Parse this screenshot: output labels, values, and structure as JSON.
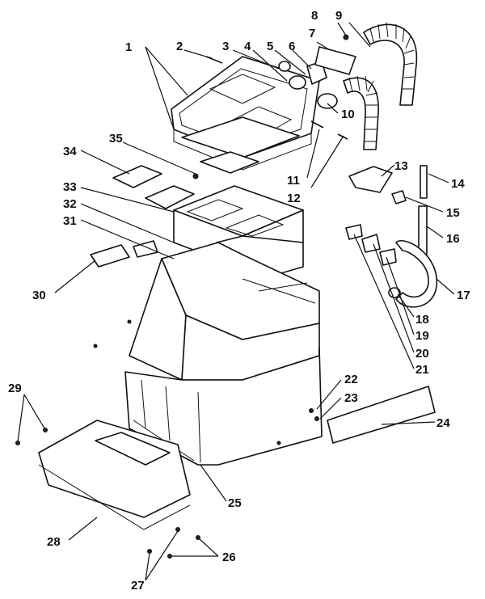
{
  "labels": [
    "1",
    "2",
    "3",
    "4",
    "5",
    "6",
    "7",
    "8",
    "9",
    "10",
    "11",
    "12",
    "13",
    "14",
    "15",
    "16",
    "17",
    "18",
    "19",
    "20",
    "21",
    "22",
    "23",
    "24",
    "25",
    "26",
    "27",
    "28",
    "29",
    "30",
    "31",
    "32",
    "33",
    "34",
    "35"
  ]
}
